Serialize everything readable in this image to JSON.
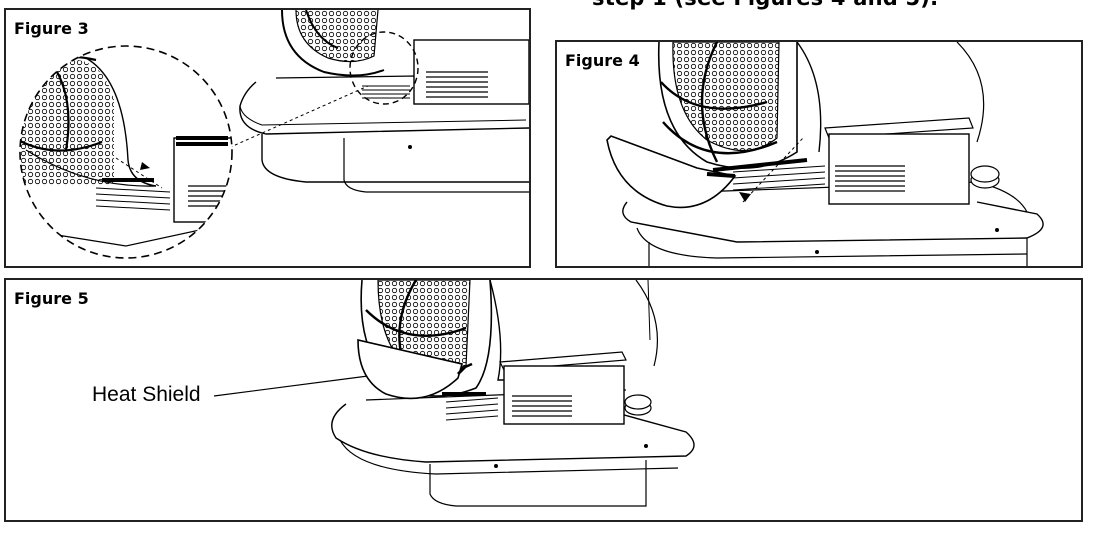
{
  "header": {
    "instruction_text": "step 1 (see Figures 4 and 5)."
  },
  "figures": [
    {
      "label": "Figure 3"
    },
    {
      "label": "Figure 4"
    },
    {
      "label": "Figure 5",
      "callout": "Heat Shield"
    }
  ]
}
